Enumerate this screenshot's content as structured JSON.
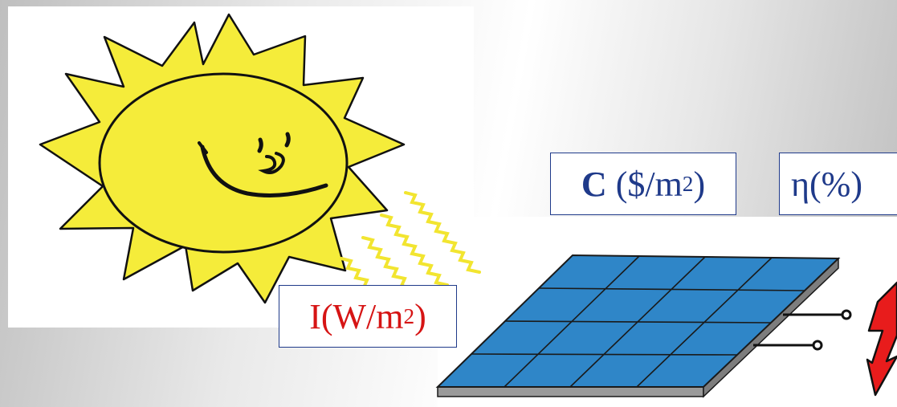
{
  "cost_label": {
    "symbol": "C",
    "unit_prefix": " ($/m",
    "exp": "2",
    "unit_suffix": ")"
  },
  "efficiency_label": {
    "text": "η(%)"
  },
  "irradiance_label": {
    "prefix": "I(W/m",
    "exp": "2",
    "suffix": ")"
  },
  "colors": {
    "sun_fill": "#f5ec3a",
    "sun_outline": "#111111",
    "panel_cell": "#2f86c8",
    "panel_edge": "#1a1a1a",
    "ray": "#f2e530",
    "label_border": "#1f3a8a",
    "label_text": "#1f3a8a",
    "irradiance_text": "#d61414",
    "bolt_fill": "#e81c1c"
  },
  "icons": [
    "sun-icon",
    "sunlight-ray-icon",
    "solar-panel-icon",
    "lightning-bolt-icon"
  ]
}
